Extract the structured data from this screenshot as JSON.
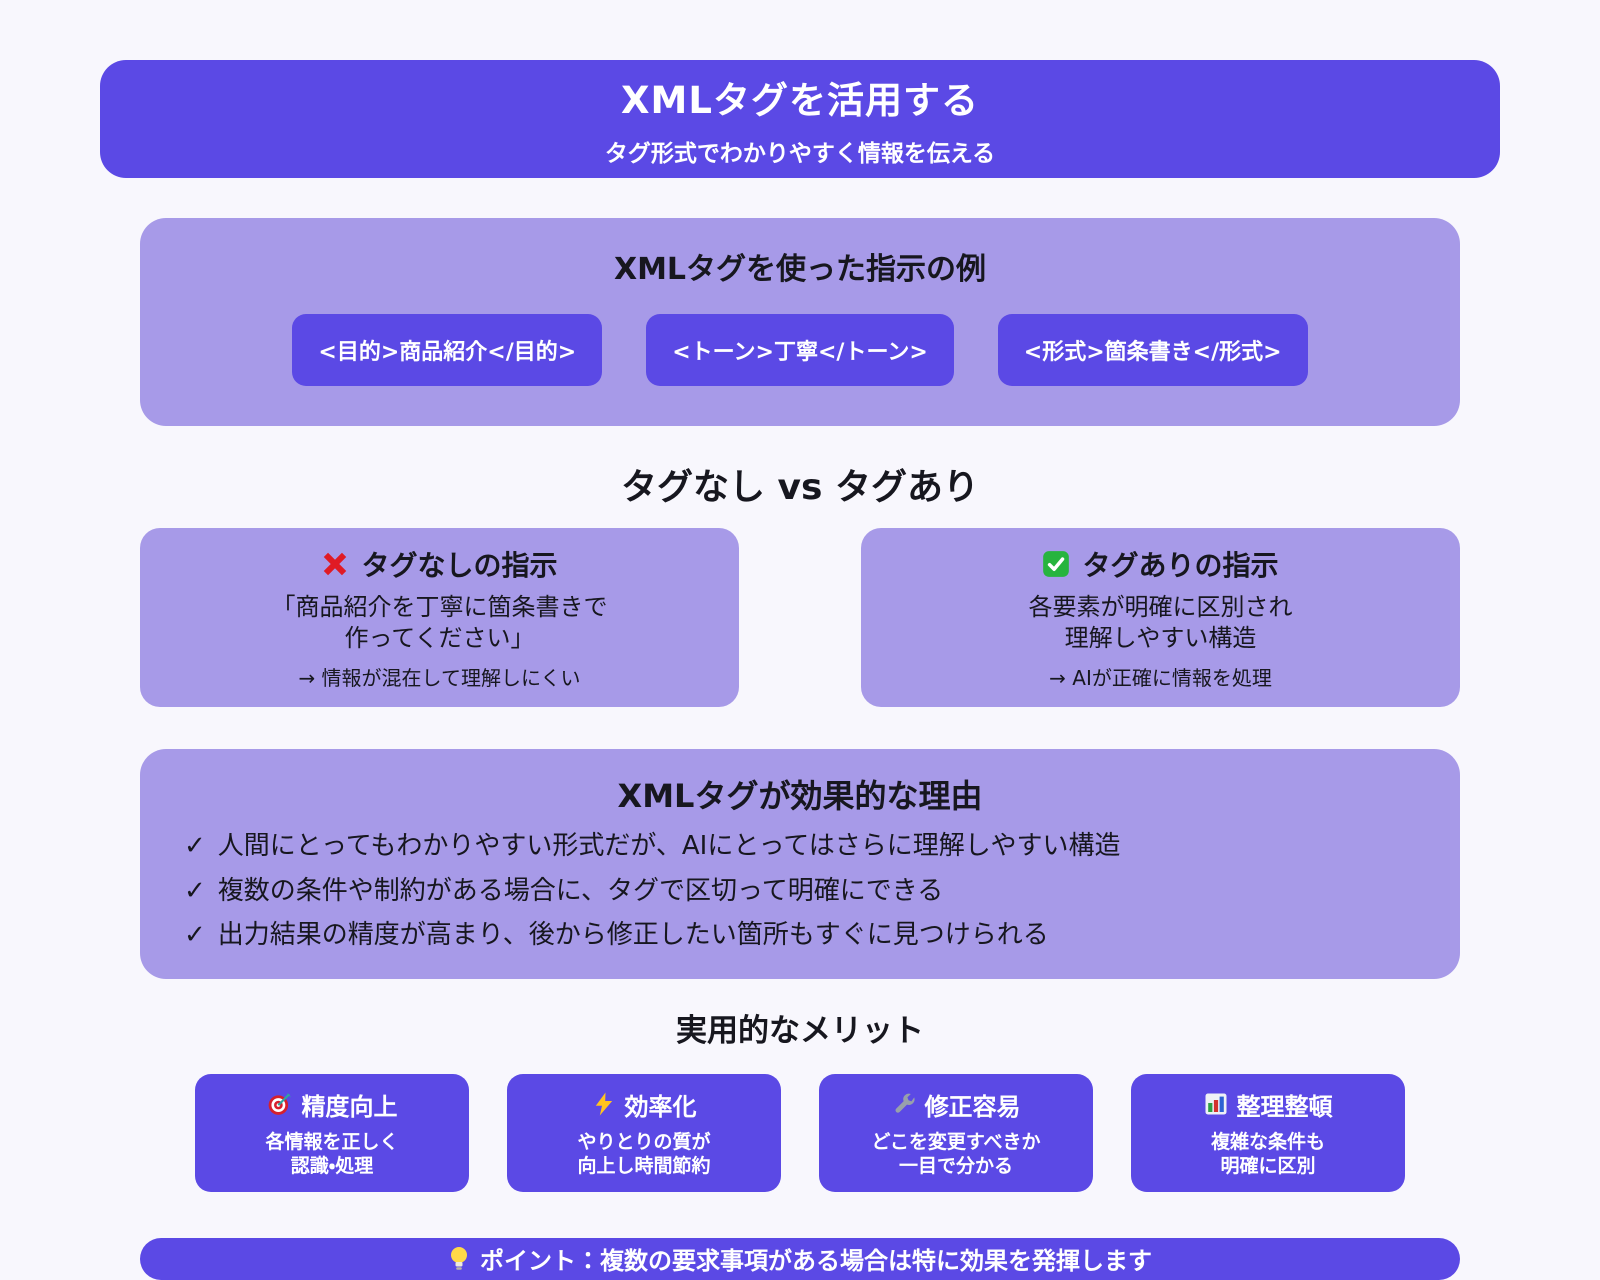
{
  "header": {
    "title": "XMLタグを活用する",
    "subtitle": "タグ形式でわかりやすく情報を伝える"
  },
  "examples": {
    "title": "XMLタグを使った指示の例",
    "tags": [
      "<目的>商品紹介</目的>",
      "<トーン>丁寧</トーン>",
      "<形式>箇条書き</形式>"
    ]
  },
  "comparison": {
    "heading": "タグなし vs タグあり",
    "without": {
      "icon": "cross-icon",
      "title": "タグなしの指示",
      "line1": "「商品紹介を丁寧に箇条書きで",
      "line2": "作ってください」",
      "note": "→ 情報が混在して理解しにくい"
    },
    "with": {
      "icon": "check-icon",
      "title": "タグありの指示",
      "line1": "各要素が明確に区別され",
      "line2": "理解しやすい構造",
      "note": "→ AIが正確に情報を処理"
    }
  },
  "reasons": {
    "title": "XMLタグが効果的な理由",
    "bullet": "✓",
    "items": [
      "人間にとってもわかりやすい形式だが、AIにとってはさらに理解しやすい構造",
      "複数の条件や制約がある場合に、タグで区切って明確にできる",
      "出力結果の精度が高まり、後から修正したい箇所もすぐに見つけられる"
    ]
  },
  "merits": {
    "heading": "実用的なメリット",
    "cards": [
      {
        "icon": "target-icon",
        "title": "精度向上",
        "line1": "各情報を正しく",
        "line2": "認識・処理"
      },
      {
        "icon": "bolt-icon",
        "title": "効率化",
        "line1": "やりとりの質が",
        "line2": "向上し時間節約"
      },
      {
        "icon": "wrench-icon",
        "title": "修正容易",
        "line1": "どこを変更すべきか",
        "line2": "一目で分かる"
      },
      {
        "icon": "bar-chart-icon",
        "title": "整理整頓",
        "line1": "複雑な条件も",
        "line2": "明確に区別"
      }
    ]
  },
  "point": {
    "icon": "light-bulb-icon",
    "text": "ポイント：複数の要求事項がある場合は特に効果を発揮します"
  },
  "colors": {
    "purple": "#5b49e5",
    "light_purple": "#a79ae8",
    "background": "#f8f7fd",
    "text_dark": "#17171f",
    "cross_red": "#e01b24",
    "check_green": "#27b43e",
    "white": "#ffffff"
  }
}
